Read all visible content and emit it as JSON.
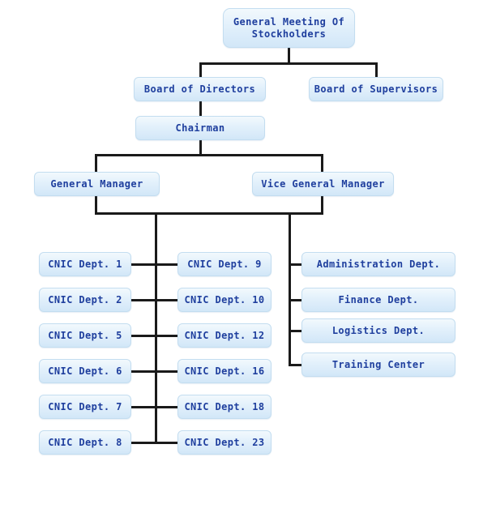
{
  "diagram": {
    "title_node": "General Meeting Of Stockholders",
    "background_color": "#ffffff",
    "node_text_color": "#1f3f9e",
    "node_border_color": "#c3ddf0",
    "node_fill_top": "#f2f9fd",
    "node_fill_bottom": "#d2e7f8",
    "connector_color": "#1a1a1a"
  },
  "nodes": {
    "stockholders": "General Meeting Of Stockholders",
    "stockholders_line1": "General Meeting Of",
    "stockholders_line2": "Stockholders",
    "board_of_directors": "Board of Directors",
    "board_of_supervisors": "Board of Supervisors",
    "chairman": "Chairman",
    "general_manager": "General Manager",
    "vice_general_manager": "Vice General Manager"
  },
  "columns": {
    "left": [
      "CNIC Dept. 1",
      "CNIC Dept. 2",
      "CNIC Dept. 5",
      "CNIC Dept. 6",
      "CNIC Dept. 7",
      "CNIC Dept. 8"
    ],
    "middle": [
      "CNIC Dept. 9",
      "CNIC Dept. 10",
      "CNIC Dept. 12",
      "CNIC Dept. 16",
      "CNIC Dept. 18",
      "CNIC Dept. 23"
    ],
    "right": [
      "Administration Dept.",
      "Finance Dept.",
      "Logistics Dept.",
      "Training Center"
    ]
  }
}
